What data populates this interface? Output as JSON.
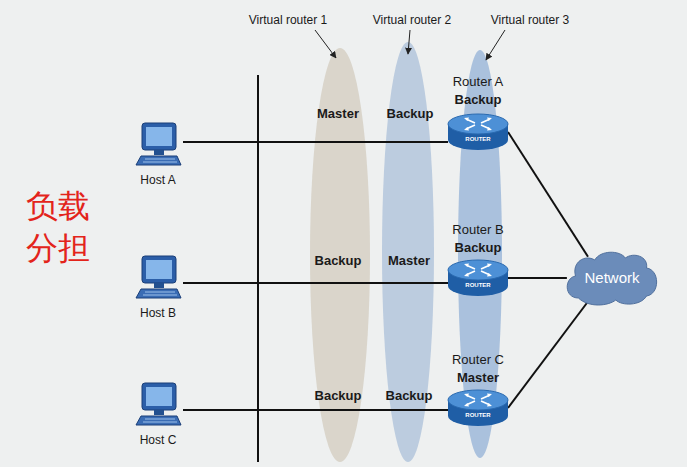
{
  "diagram": {
    "nodes": [
      {
        "text": [
          "Virtual router 1",
          "Master",
          "Backup",
          "Backup"
        ]
      },
      {
        "text": [
          "Virtual router 2",
          "Backup",
          "Master",
          "Backup"
        ]
      },
      {
        "text": [
          "Virtual router 3",
          "Backup",
          "Backup",
          "Master"
        ]
      },
      {
        "text": [
          "Host A"
        ]
      },
      {
        "text": [
          "Host B"
        ]
      },
      {
        "text": [
          "Host C"
        ]
      },
      {
        "text": [
          "Router A"
        ]
      },
      {
        "text": [
          "Router B"
        ]
      },
      {
        "text": [
          "Router C"
        ]
      },
      {
        "text": [
          "Network"
        ]
      }
    ],
    "edges": [
      {
        "from": 3,
        "to": 6,
        "arrow": "none"
      },
      {
        "from": 4,
        "to": 7,
        "arrow": "none"
      },
      {
        "from": 5,
        "to": 8,
        "arrow": "none"
      },
      {
        "from": 6,
        "to": 9,
        "arrow": "none"
      },
      {
        "from": 7,
        "to": 9,
        "arrow": "none"
      },
      {
        "from": 8,
        "to": 9,
        "arrow": "none"
      }
    ],
    "labels": [
      "负载分担",
      "ROUTER",
      "ROUTER",
      "ROUTER"
    ]
  }
}
